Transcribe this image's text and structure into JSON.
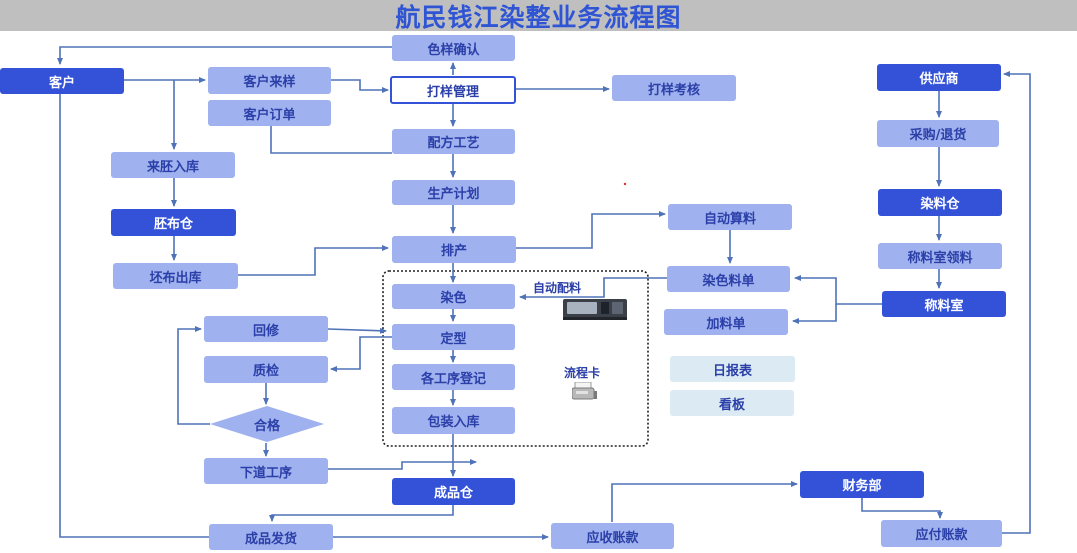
{
  "title": "航民钱江染整业务流程图",
  "nodes": {
    "kehu": "客户",
    "kehu_laiyang": "客户来样",
    "kehu_dingdan": "客户订单",
    "seyang_queren": "色样确认",
    "dayang_guanli": "打样管理",
    "dayang_kaohe": "打样考核",
    "peifang_gongyi": "配方工艺",
    "shengchan_jihua": "生产计划",
    "paichan": "排产",
    "laipei_ruku": "来胚入库",
    "peibu_cang": "胚布仓",
    "peibu_chuku": "坯布出库",
    "ranse": "染色",
    "dingxing": "定型",
    "gongxu_dengji": "各工序登记",
    "baozhuang_ruku": "包装入库",
    "huixiu": "回修",
    "zhijian": "质检",
    "hege": "合格",
    "xiadao_gongxu": "下道工序",
    "chengpin_cang": "成品仓",
    "chengpin_fahuo": "成品发货",
    "yingshou_zhangkuan": "应收账款",
    "caiwu_bu": "财务部",
    "yingfu_zhangkuan": "应付账款",
    "gongying_shang": "供应商",
    "caigou_tuihuo": "采购/退货",
    "ranliao_cang": "染料仓",
    "chengliaoshi_lingliao": "称料室领料",
    "chengliao_shi": "称料室",
    "zidong_suanliao": "自动算料",
    "ranse_liaodan": "染色料单",
    "jia_liaodan": "加料单",
    "ri_baobiao": "日报表",
    "kanban": "看板",
    "zidong_peiliao": "自动配料",
    "liucheng_ka": "流程卡"
  },
  "icons": [
    "dispensing-machine-icon",
    "flow-card-printer-icon"
  ],
  "colors": {
    "light_box": "#9fb1ee",
    "dark_box": "#3452d8",
    "pale_box": "#dbeaf3",
    "text": "#2b3fa8",
    "line": "#4f72b8"
  }
}
